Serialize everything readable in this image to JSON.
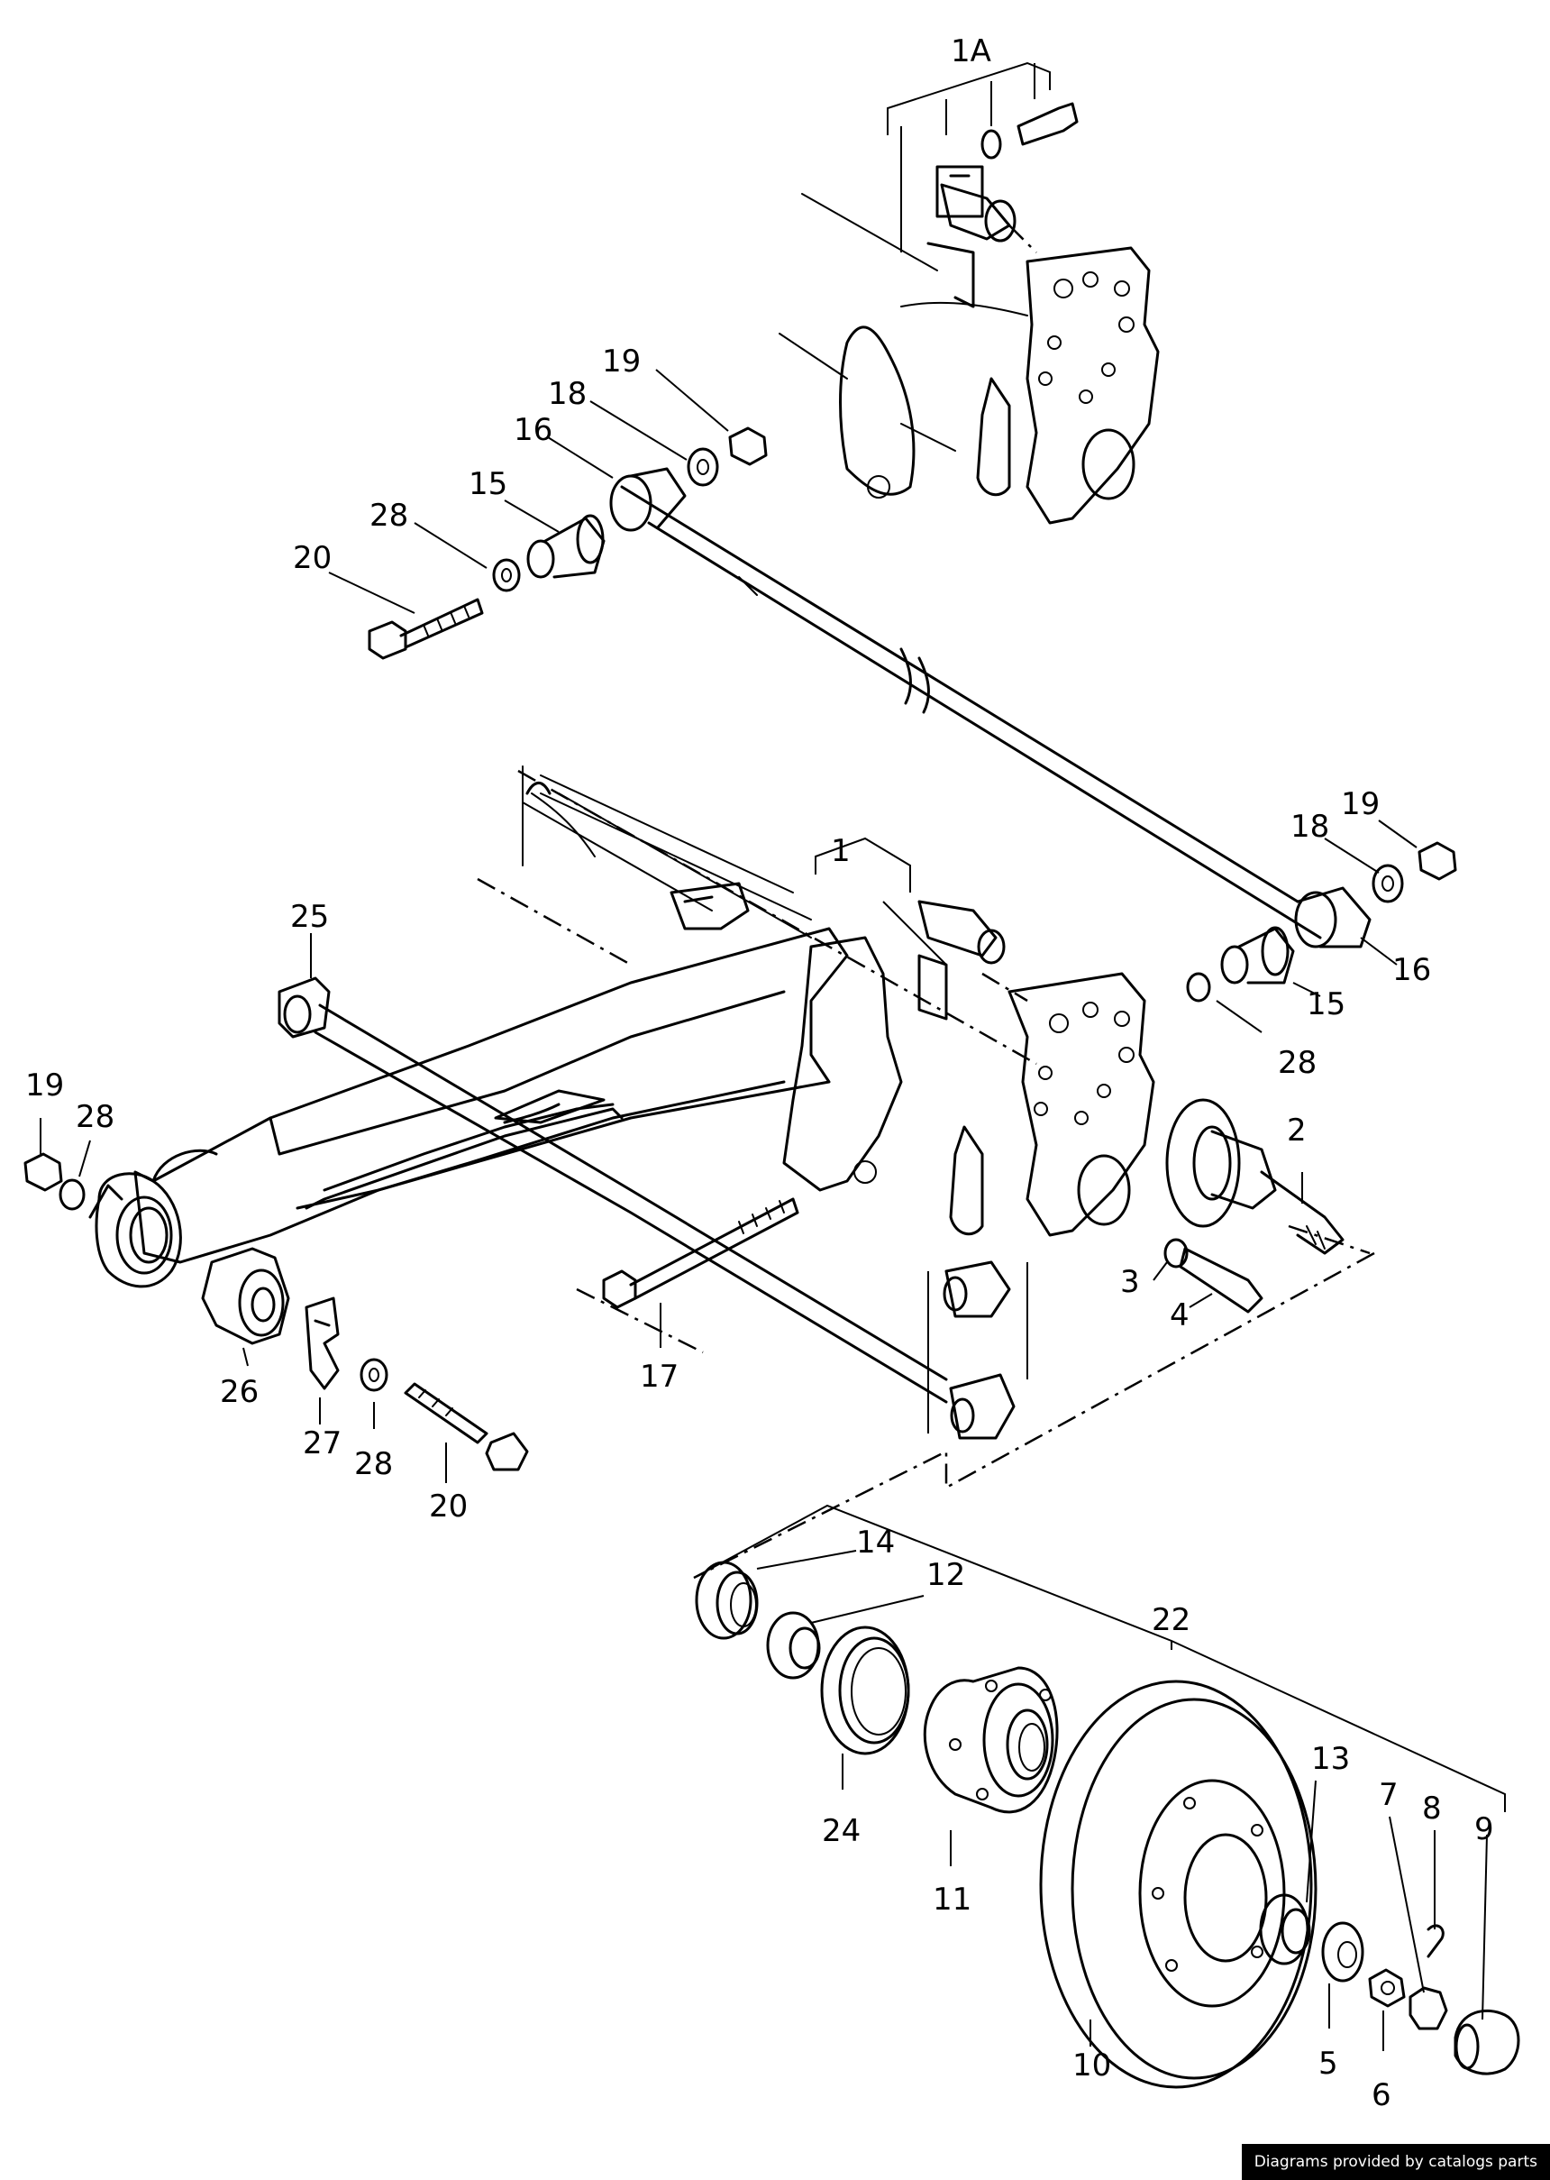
{
  "labels": {
    "l1A": "1A",
    "l19a": "19",
    "l18a": "18",
    "l16a": "16",
    "l15a": "15",
    "l28a": "28",
    "l20a": "20",
    "l1": "1",
    "l25": "25",
    "l19b": "19",
    "l18b": "18",
    "l16b": "16",
    "l15b": "15",
    "l28b": "28",
    "l2": "2",
    "l19c": "19",
    "l28c": "28",
    "l3": "3",
    "l4": "4",
    "l26": "26",
    "l27": "27",
    "l28d": "28",
    "l20b": "20",
    "l17": "17",
    "l14": "14",
    "l12": "12",
    "l22": "22",
    "l24": "24",
    "l11": "11",
    "l13": "13",
    "l7": "7",
    "l8": "8",
    "l9": "9",
    "l10": "10",
    "l5": "5",
    "l6": "6"
  },
  "footer": {
    "credit": "Diagrams provided by catalogs parts"
  }
}
